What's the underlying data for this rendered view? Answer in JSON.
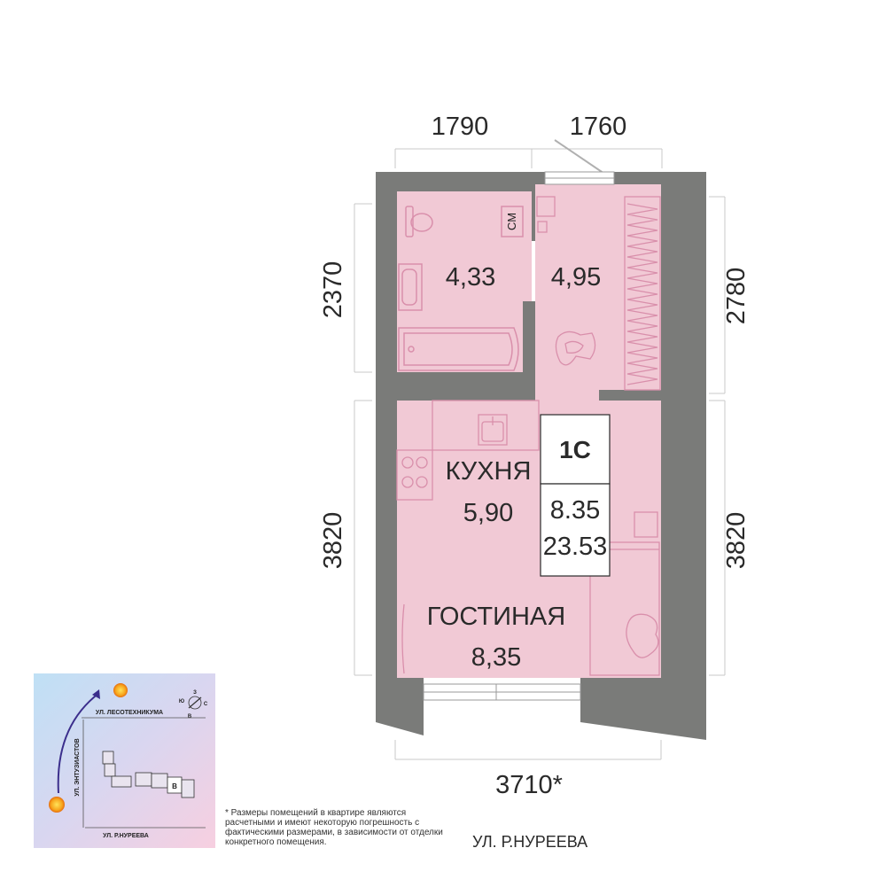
{
  "dimensions": {
    "top_left": "1790",
    "top_right": "1760",
    "left_upper": "2370",
    "left_lower": "3820",
    "right_upper": "2780",
    "right_lower": "3820",
    "bottom": "3710*"
  },
  "rooms": {
    "bathroom_area": "4,33",
    "hall_area": "4,95",
    "bathroom_label": "СМ",
    "kitchen_name": "КУХНЯ",
    "kitchen_area": "5,90",
    "living_name": "ГОСТИНАЯ",
    "living_area": "8,35"
  },
  "summary": {
    "type": "1С",
    "living_area": "8.35",
    "total_area": "23.53"
  },
  "location_map": {
    "street_top": "УЛ. ЛЕСОТЕХНИКУМА",
    "street_left": "УЛ. ЭНТУЗИАСТОВ",
    "street_bottom": "УЛ. Р.НУРЕЕВА",
    "section_label": "В",
    "compass": {
      "n": "З",
      "e": "С",
      "s": "В",
      "w": "Ю"
    }
  },
  "footnote": "* Размеры помещений в квартире являются расчетными и имеют некоторую погрешность с фактическими размерами, в зависимости от отделки конкретного помещения.",
  "street_below": "УЛ. Р.НУРЕЕВА",
  "colors": {
    "wall": "#7a7b79",
    "room": "#f1c9d5",
    "fixture": "#d98fab",
    "dim_line": "#c8c8c8"
  }
}
